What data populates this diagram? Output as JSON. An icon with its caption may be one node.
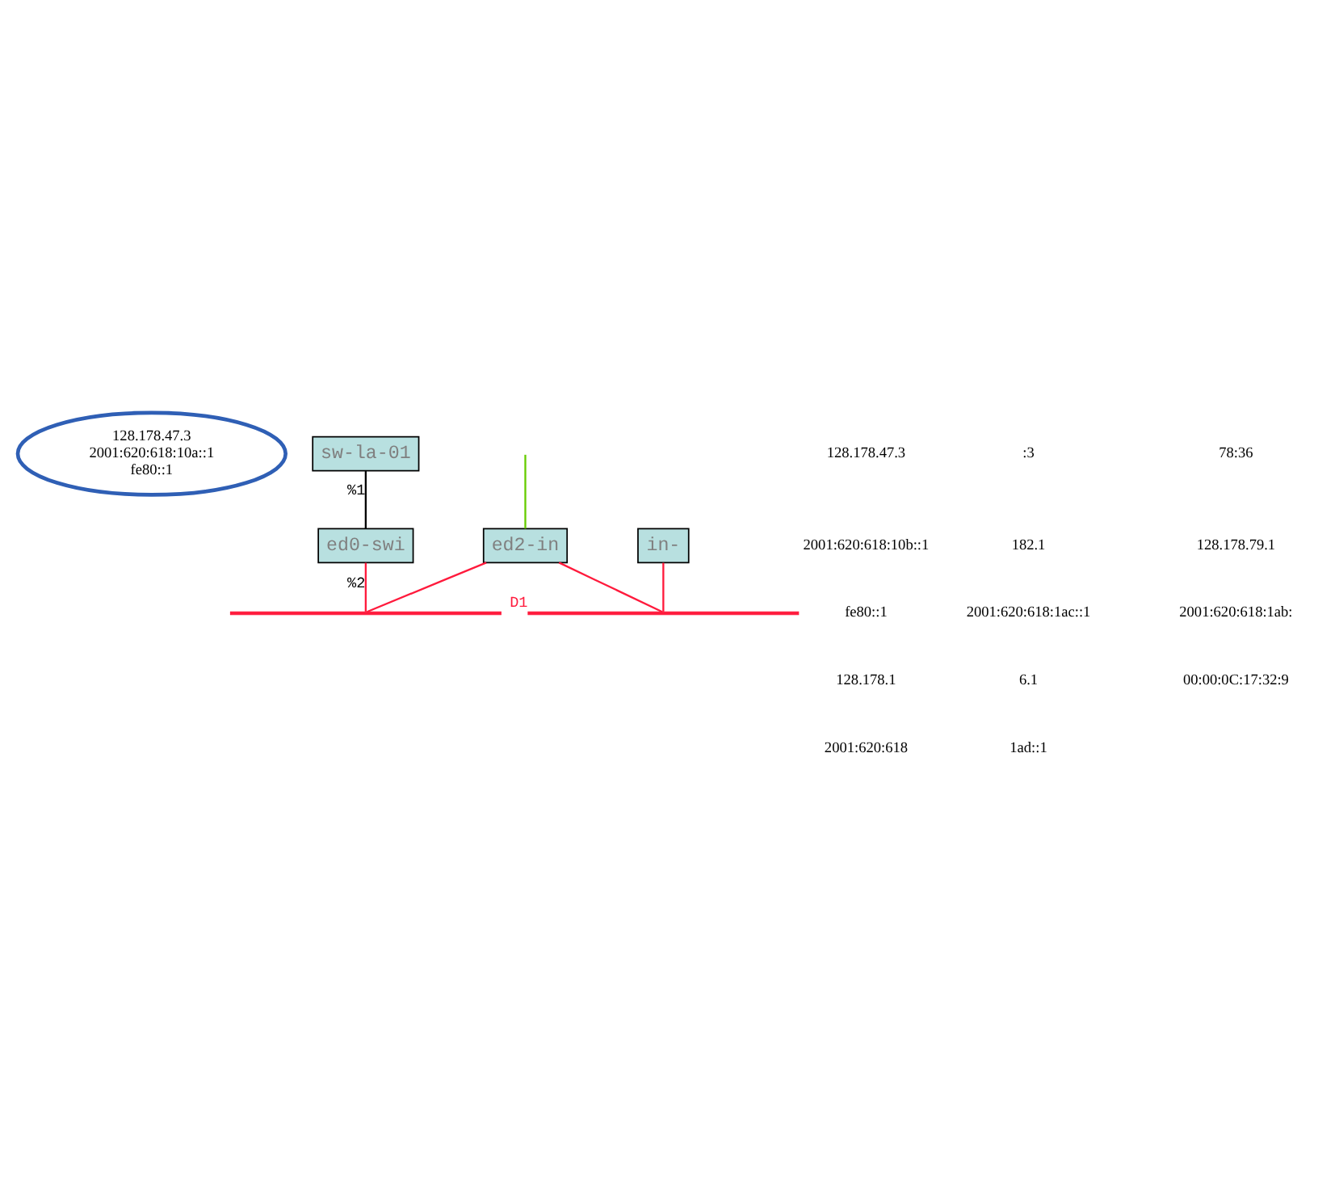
{
  "diagram": {
    "nodes": [
      {
        "text": [
          "128.178.47.3",
          "2001:620:618:10a::1",
          "fe80::1"
        ]
      },
      {
        "text": [
          "sw-la-01"
        ]
      },
      {
        "text": [
          "ed0-swi"
        ]
      },
      {
        "text": [],
        "shape": "bar"
      },
      {
        "text": [
          "ed2-in"
        ]
      },
      {
        "text": [],
        "shape": "bar",
        "beside": [
          "D1"
        ]
      },
      {
        "text": [
          "in-"
        ]
      }
    ],
    "edges": [
      {
        "from": 1,
        "to": 2,
        "arrow": "none",
        "label": "%1",
        "color": "#000000"
      },
      {
        "from": 2,
        "to": 3,
        "arrow": "none",
        "label": "%2",
        "color": "#ff1a3c"
      },
      {
        "from": 4,
        "to": 3,
        "arrow": "none",
        "color": "#ff1a3c"
      },
      {
        "from": null,
        "to": 4,
        "arrow": "none",
        "color": "#66cc00"
      },
      {
        "from": 4,
        "to": 5,
        "arrow": "none",
        "color": "#ff1a3c"
      },
      {
        "from": 6,
        "to": 5,
        "arrow": "none",
        "color": "#ff1a3c"
      }
    ],
    "labels": [
      "128.178.47.3",
      "2001:620:618:10b::1",
      "fe80::1",
      "128.178.1",
      "2001:620:618",
      ":3",
      "182.1",
      "2001:620:618:1ac::1",
      "6.1",
      "1ad::1",
      "78:36",
      "128.178.79.1",
      "2001:620:618:1ab:",
      "00:00:0C:17:32:9"
    ]
  }
}
